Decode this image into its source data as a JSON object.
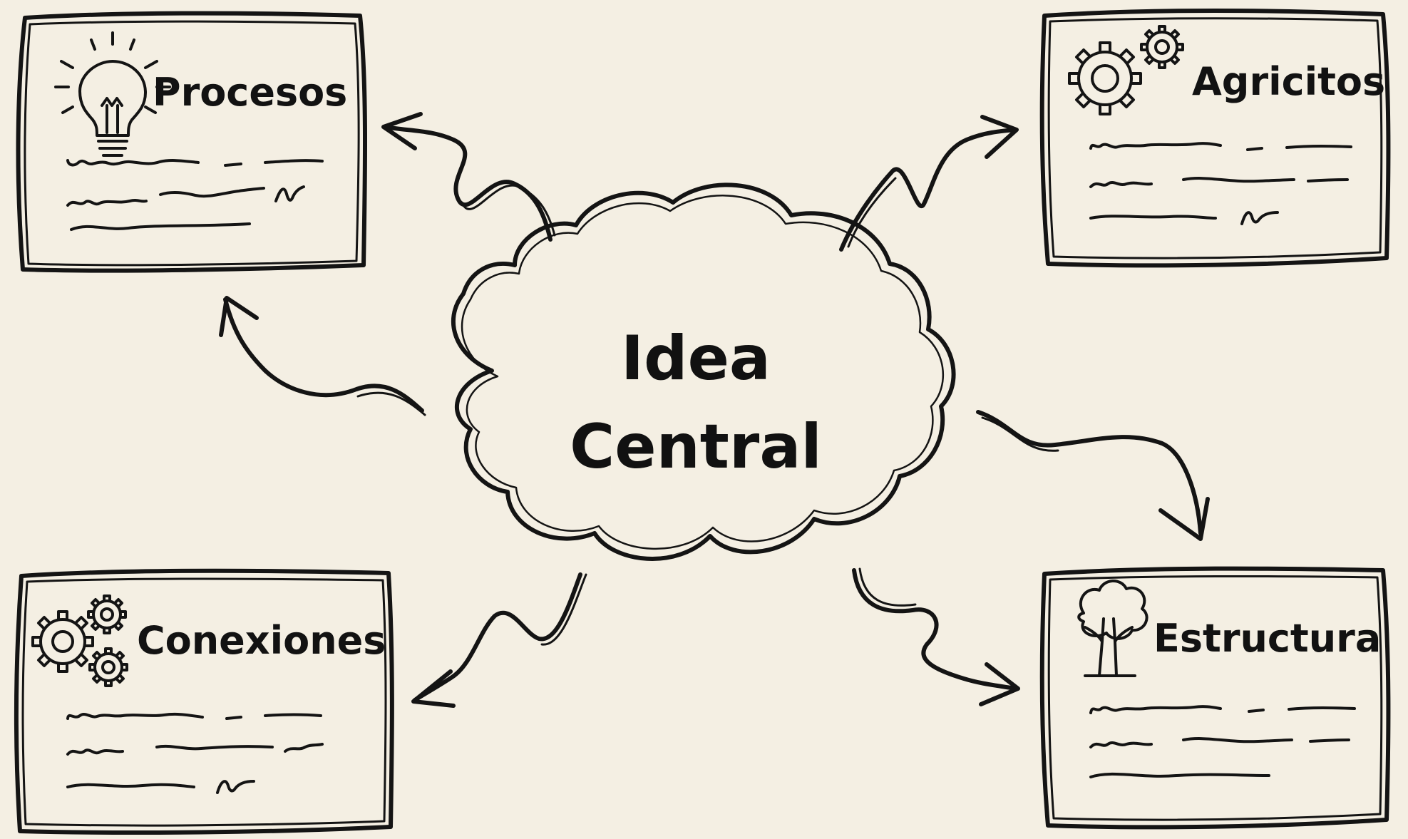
{
  "diagram": {
    "center": {
      "line1": "Idea",
      "line2": "Central"
    },
    "cards": [
      {
        "title": "Procesos",
        "icon": "lightbulb-icon"
      },
      {
        "title": "Agricitos",
        "icon": "gears-icon"
      },
      {
        "title": "Conexiones",
        "icon": "gears-icon"
      },
      {
        "title": "Estructura",
        "icon": "tree-icon"
      }
    ],
    "colors": {
      "background": "#f4efe3",
      "ink": "#141414"
    }
  }
}
